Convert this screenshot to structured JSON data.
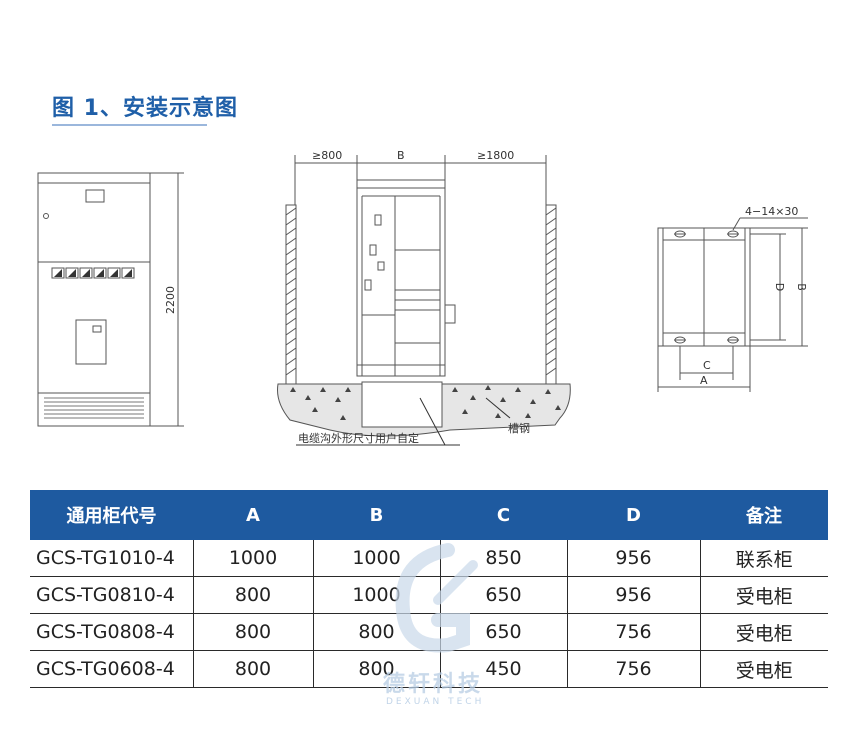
{
  "title": "图 1、安装示意图",
  "front_view": {
    "height_dim": "2200"
  },
  "side_view": {
    "dim_left": "≥800",
    "dim_mid": "B",
    "dim_right": "≥1800",
    "callout_channel": "槽钢",
    "callout_trench": "电缆沟外形尺寸用户自定"
  },
  "plan_view": {
    "holes": "4−14×30",
    "dim_d": "D",
    "dim_b": "B",
    "dim_c": "C",
    "dim_a": "A"
  },
  "table": {
    "headers": [
      "通用柜代号",
      "A",
      "B",
      "C",
      "D",
      "备注"
    ],
    "rows": [
      [
        "GCS-TG1010-4",
        "1000",
        "1000",
        "850",
        "956",
        "联系柜"
      ],
      [
        "GCS-TG0810-4",
        "800",
        "1000",
        "650",
        "956",
        "受电柜"
      ],
      [
        "GCS-TG0808-4",
        "800",
        "800",
        "650",
        "756",
        "受电柜"
      ],
      [
        "GCS-TG0608-4",
        "800",
        "800",
        "450",
        "756",
        "受电柜"
      ]
    ]
  },
  "watermark": {
    "name": "德轩科技",
    "sub": "DEXUAN TECH"
  }
}
